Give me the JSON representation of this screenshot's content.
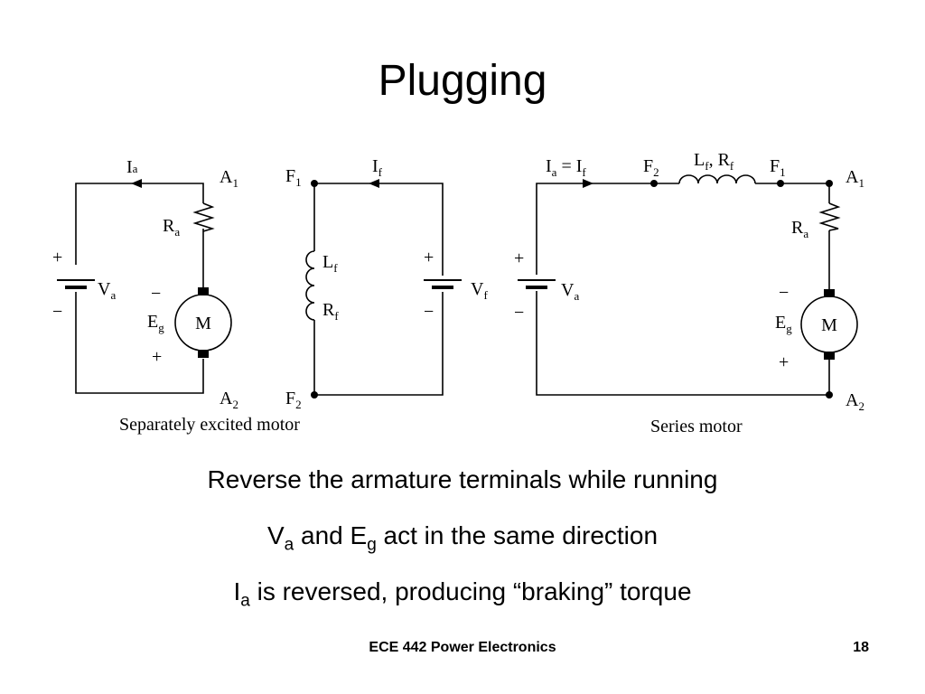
{
  "slide": {
    "title": "Plugging",
    "footer": "ECE 442 Power Electronics",
    "page_number": "18"
  },
  "diagram": {
    "captions": {
      "left": "Separately excited motor",
      "right": "Series motor"
    },
    "motor_symbol": "M",
    "plus_sign": "+",
    "minus_sign": "−",
    "sub": {
      "one": "1",
      "two": "2",
      "a": "a",
      "f": "f",
      "g": "g"
    },
    "labels": {
      "I": "I",
      "A": "A",
      "F": "F",
      "R": "R",
      "L": "L",
      "V": "V",
      "E": "E",
      "equals": " = ",
      "comma": ", "
    }
  },
  "bullets": [
    {
      "pre": "Reverse the armature terminals while running"
    },
    {
      "sym1": "V",
      "sub1": "a",
      "mid": " and ",
      "sym2": "E",
      "sub2": "g",
      "post": " act in the same direction"
    },
    {
      "sym1": "I",
      "sub1": "a",
      "post": " is reversed, producing “braking” torque"
    }
  ]
}
